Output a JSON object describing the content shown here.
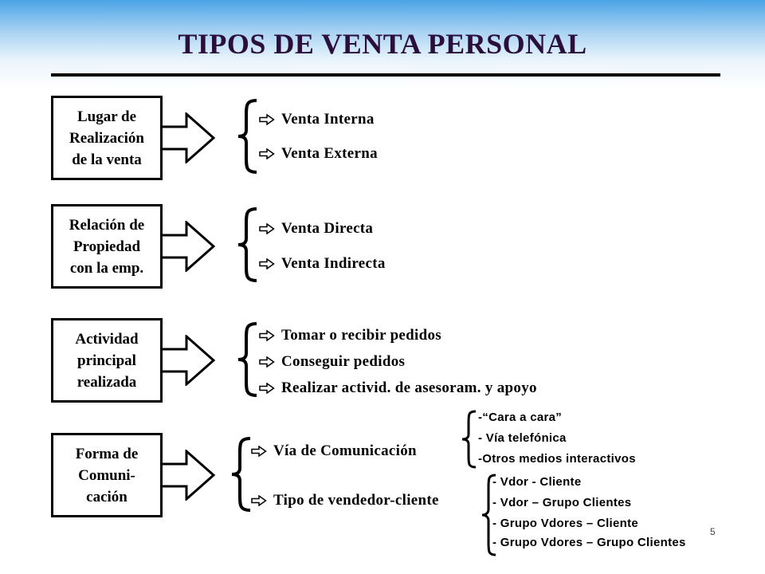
{
  "title": "TIPOS DE VENTA PERSONAL",
  "page_number": "5",
  "colors": {
    "title": "#2a0f3c",
    "header_gradient_top": "#4aa3e6"
  },
  "icons": {
    "item_arrow": "hollow-right-arrow-icon",
    "connector": "block-right-arrow"
  },
  "rows": [
    {
      "box_lines": [
        "Lugar de",
        "Realización",
        "de la venta"
      ],
      "items": [
        "Venta Interna",
        "Venta Externa"
      ]
    },
    {
      "box_lines": [
        "Relación de",
        "Propiedad",
        "con la emp."
      ],
      "items": [
        "Venta Directa",
        "Venta Indirecta"
      ]
    },
    {
      "box_lines": [
        "Actividad",
        "principal",
        "realizada"
      ],
      "items": [
        "Tomar o recibir pedidos",
        "Conseguir pedidos",
        "Realizar activid. de asesoram. y apoyo"
      ]
    },
    {
      "box_lines": [
        "Forma de",
        "Comuni-",
        "cación"
      ],
      "items": [
        "Vía de Comunicación",
        "Tipo de vendedor-cliente"
      ],
      "sub_groups": [
        [
          "-“Cara a cara”",
          "- Vía telefónica",
          "-Otros medios interactivos"
        ],
        [
          "- Vdor - Cliente",
          "- Vdor – Grupo Clientes",
          "- Grupo Vdores – Cliente",
          "- Grupo Vdores – Grupo Clientes"
        ]
      ]
    }
  ]
}
